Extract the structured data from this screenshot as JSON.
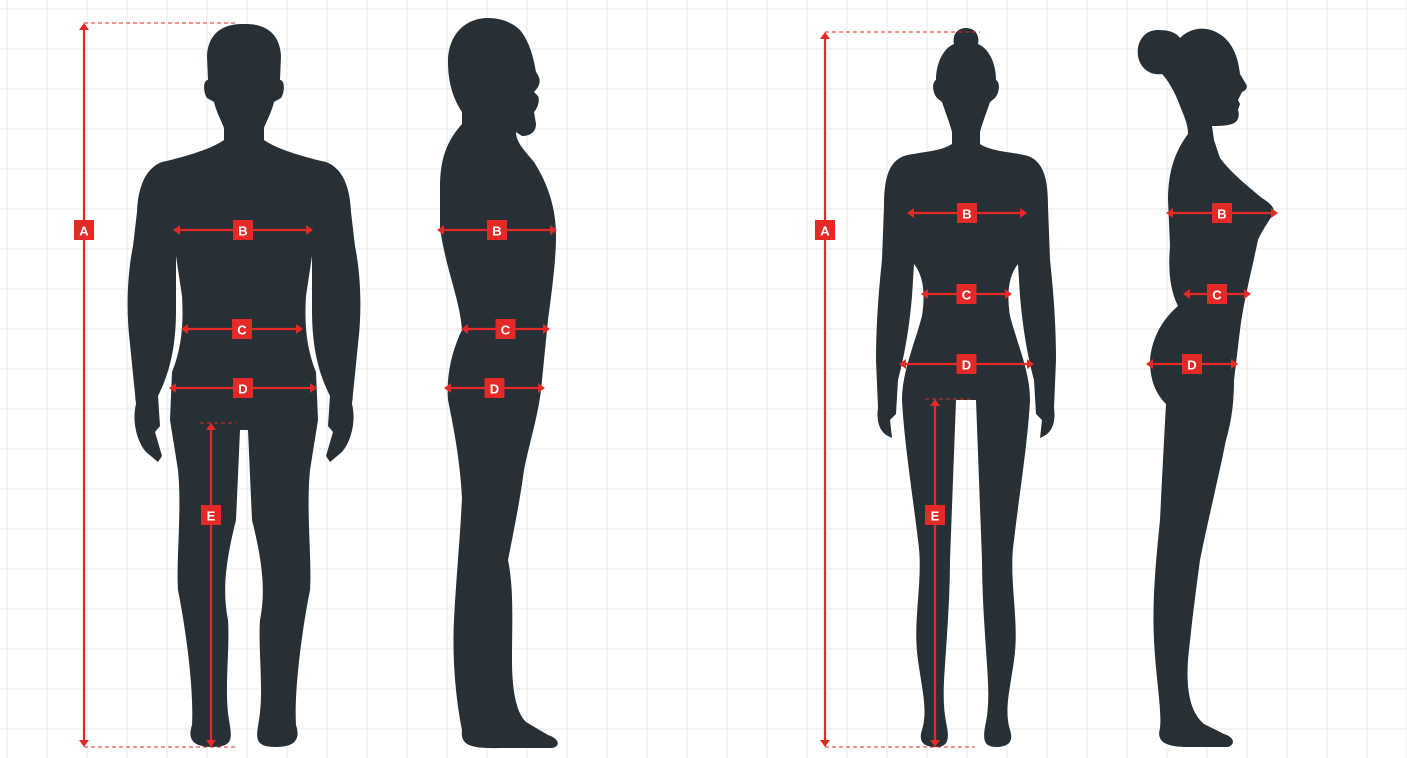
{
  "colors": {
    "silhouette": "#263036",
    "measure": "#e32a26",
    "grid": "#e6ebf1",
    "background": "#ffffff"
  },
  "figures": [
    {
      "name": "male-front",
      "labels": [
        "A",
        "B",
        "C",
        "D",
        "E"
      ]
    },
    {
      "name": "male-side",
      "labels": [
        "B",
        "C",
        "D"
      ]
    },
    {
      "name": "female-front",
      "labels": [
        "A",
        "B",
        "C",
        "D",
        "E"
      ]
    },
    {
      "name": "female-side",
      "labels": [
        "B",
        "C",
        "D"
      ]
    }
  ],
  "measure_labels": {
    "height": "A",
    "chest": "B",
    "waist": "C",
    "hips": "D",
    "inseam": "E"
  }
}
